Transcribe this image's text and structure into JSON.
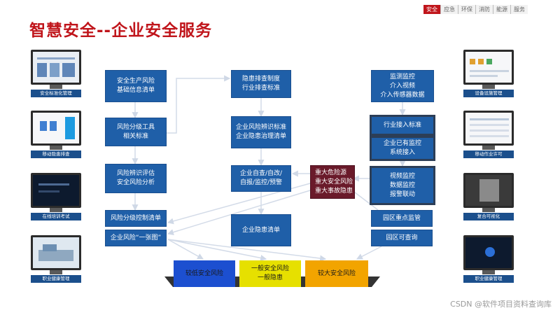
{
  "title": "智慧安全--企业安全服务",
  "topnav": [
    "安全",
    "应急",
    "环保",
    "消防",
    "能源",
    "服务"
  ],
  "left_monitors": [
    "安全标准化管理",
    "移动隐患排查",
    "在线培训考试",
    "职业健康管理"
  ],
  "right_monitors": [
    "设备设施管理",
    "移动作业许可",
    "复合可视化",
    "职业健康管理"
  ],
  "col1": [
    [
      "安全生产风险",
      "基础信息清单"
    ],
    [
      "风险分级工具",
      "相关标准"
    ],
    [
      "风险辨识评估",
      "安全风险分析"
    ],
    [
      "风险分级控制清单"
    ],
    [
      "企业风险“一张图”"
    ]
  ],
  "col2": [
    [
      "隐患排查制度",
      "行业排查标准"
    ],
    [
      "企业风险辨识标准",
      "企业隐患治理清单"
    ],
    [
      "企业自查/自改/",
      "自报/监控/预警"
    ],
    [
      "企业隐患清单"
    ]
  ],
  "hazard": [
    "重大危险源",
    "重大安全风险",
    "重大事故隐患"
  ],
  "col4": [
    [
      "监测监控",
      "介入视频",
      "介入传感器数据"
    ],
    [
      "行业接入标准"
    ],
    [
      "企业已有监控",
      "系统接入"
    ],
    [
      "视频监控",
      "数据监控",
      "报警联动"
    ],
    [
      "园区重点监管"
    ],
    [
      "园区可查询"
    ]
  ],
  "results": [
    {
      "lines": [
        "较低安全风险"
      ],
      "color": "#1c4fd0",
      "text": "#1a1a1a"
    },
    {
      "lines": [
        "一般安全风险",
        "一般隐患"
      ],
      "color": "#e6e000",
      "text": "#1a1a1a"
    },
    {
      "lines": [
        "较大安全风险"
      ],
      "color": "#f2a400",
      "text": "#1a1a1a"
    }
  ],
  "watermark": "CSDN @软件项目资料查询库"
}
